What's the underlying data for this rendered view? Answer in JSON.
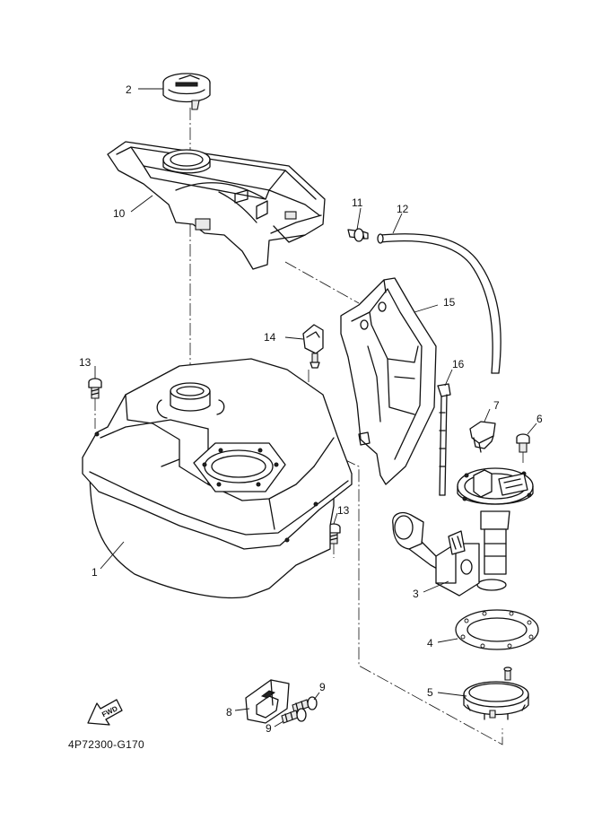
{
  "diagram_code": "4P72300-G170",
  "fwd_label": "FWD",
  "callouts": [
    {
      "id": "c1",
      "label": "1"
    },
    {
      "id": "c2",
      "label": "2"
    },
    {
      "id": "c3",
      "label": "3"
    },
    {
      "id": "c4",
      "label": "4"
    },
    {
      "id": "c5",
      "label": "5"
    },
    {
      "id": "c6",
      "label": "6"
    },
    {
      "id": "c7",
      "label": "7"
    },
    {
      "id": "c8",
      "label": "8"
    },
    {
      "id": "c9a",
      "label": "9"
    },
    {
      "id": "c9b",
      "label": "9"
    },
    {
      "id": "c10",
      "label": "10"
    },
    {
      "id": "c11",
      "label": "11"
    },
    {
      "id": "c12",
      "label": "12"
    },
    {
      "id": "c13a",
      "label": "13"
    },
    {
      "id": "c13b",
      "label": "13"
    },
    {
      "id": "c14",
      "label": "14"
    },
    {
      "id": "c15",
      "label": "15"
    },
    {
      "id": "c16",
      "label": "16"
    }
  ]
}
